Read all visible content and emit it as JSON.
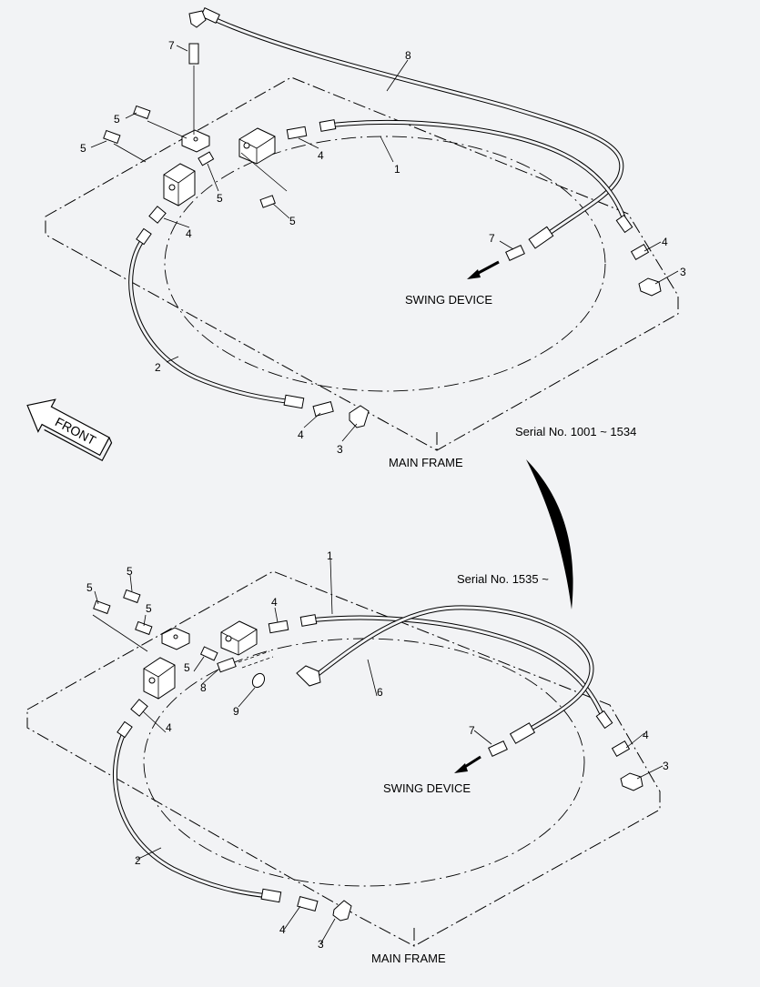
{
  "labels": {
    "swing_device": "SWING DEVICE",
    "main_frame": "MAIN FRAME",
    "front": "FRONT",
    "serial_top": "Serial No. 1001 ~ 1534",
    "serial_bottom": "Serial No. 1535 ~"
  },
  "callouts_top": [
    "7",
    "8",
    "5",
    "5",
    "5",
    "5",
    "4",
    "1",
    "4",
    "7",
    "4",
    "3",
    "2",
    "4",
    "3"
  ],
  "callouts_bottom": [
    "1",
    "5",
    "5",
    "5",
    "4",
    "5",
    "8",
    "9",
    "6",
    "4",
    "7",
    "4",
    "3",
    "2",
    "4",
    "3"
  ]
}
